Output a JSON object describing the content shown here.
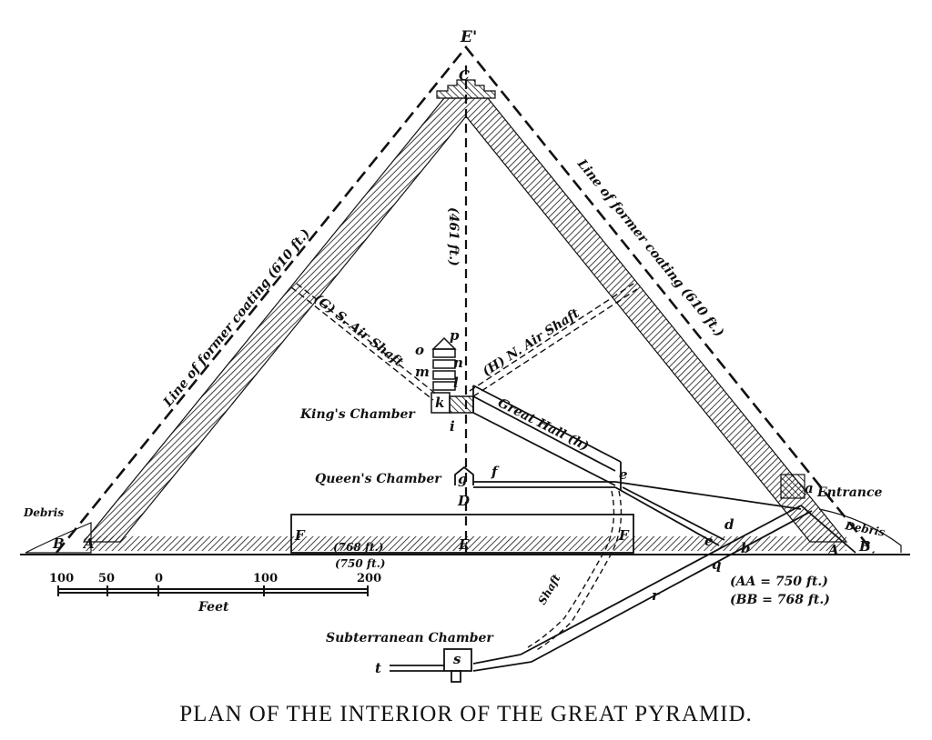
{
  "caption": "PLAN OF THE INTERIOR OF THE GREAT PYRAMID.",
  "points": {
    "apex": "E'",
    "summit": "C",
    "base_center": "E",
    "queens_level": "D",
    "base_left_A": "A",
    "base_right_A": "A",
    "base_left_B": "B",
    "base_right_B": "B",
    "foundation_left_F": "F",
    "foundation_right_F": "F",
    "gallery_foot": "e",
    "descending_e": "e",
    "d": "d",
    "b": "b",
    "q": "q",
    "r": "r",
    "a": "a",
    "f": "f",
    "g": "g",
    "i": "i",
    "k": "k",
    "l": "l",
    "m": "m",
    "n": "n",
    "o": "o",
    "p": "p",
    "s": "s",
    "t": "t"
  },
  "labels": {
    "casing_left": "Line of former coating (610 ft.)",
    "casing_right": "Line of former coating (610 ft.)",
    "height": "(461 ft.)",
    "south_shaft": "(G) S. Air Shaft",
    "north_shaft": "(H) N. Air Shaft",
    "kings_chamber": "King's Chamber",
    "queens_chamber": "Queen's Chamber",
    "great_hall": "Great Hall (h)",
    "entrance": "Entrance",
    "debris_left": "Debris",
    "debris_right": "Debris",
    "base_768": "(768 ft.)",
    "base_750": "(750 ft.)",
    "shaft": "Shaft",
    "subterranean": "Subterranean Chamber",
    "aa": "(AA = 750 ft.)",
    "bb": "(BB = 768 ft.)"
  },
  "scale": {
    "ticks": [
      "100",
      "50",
      "0",
      "100",
      "200"
    ],
    "unit": "Feet"
  }
}
